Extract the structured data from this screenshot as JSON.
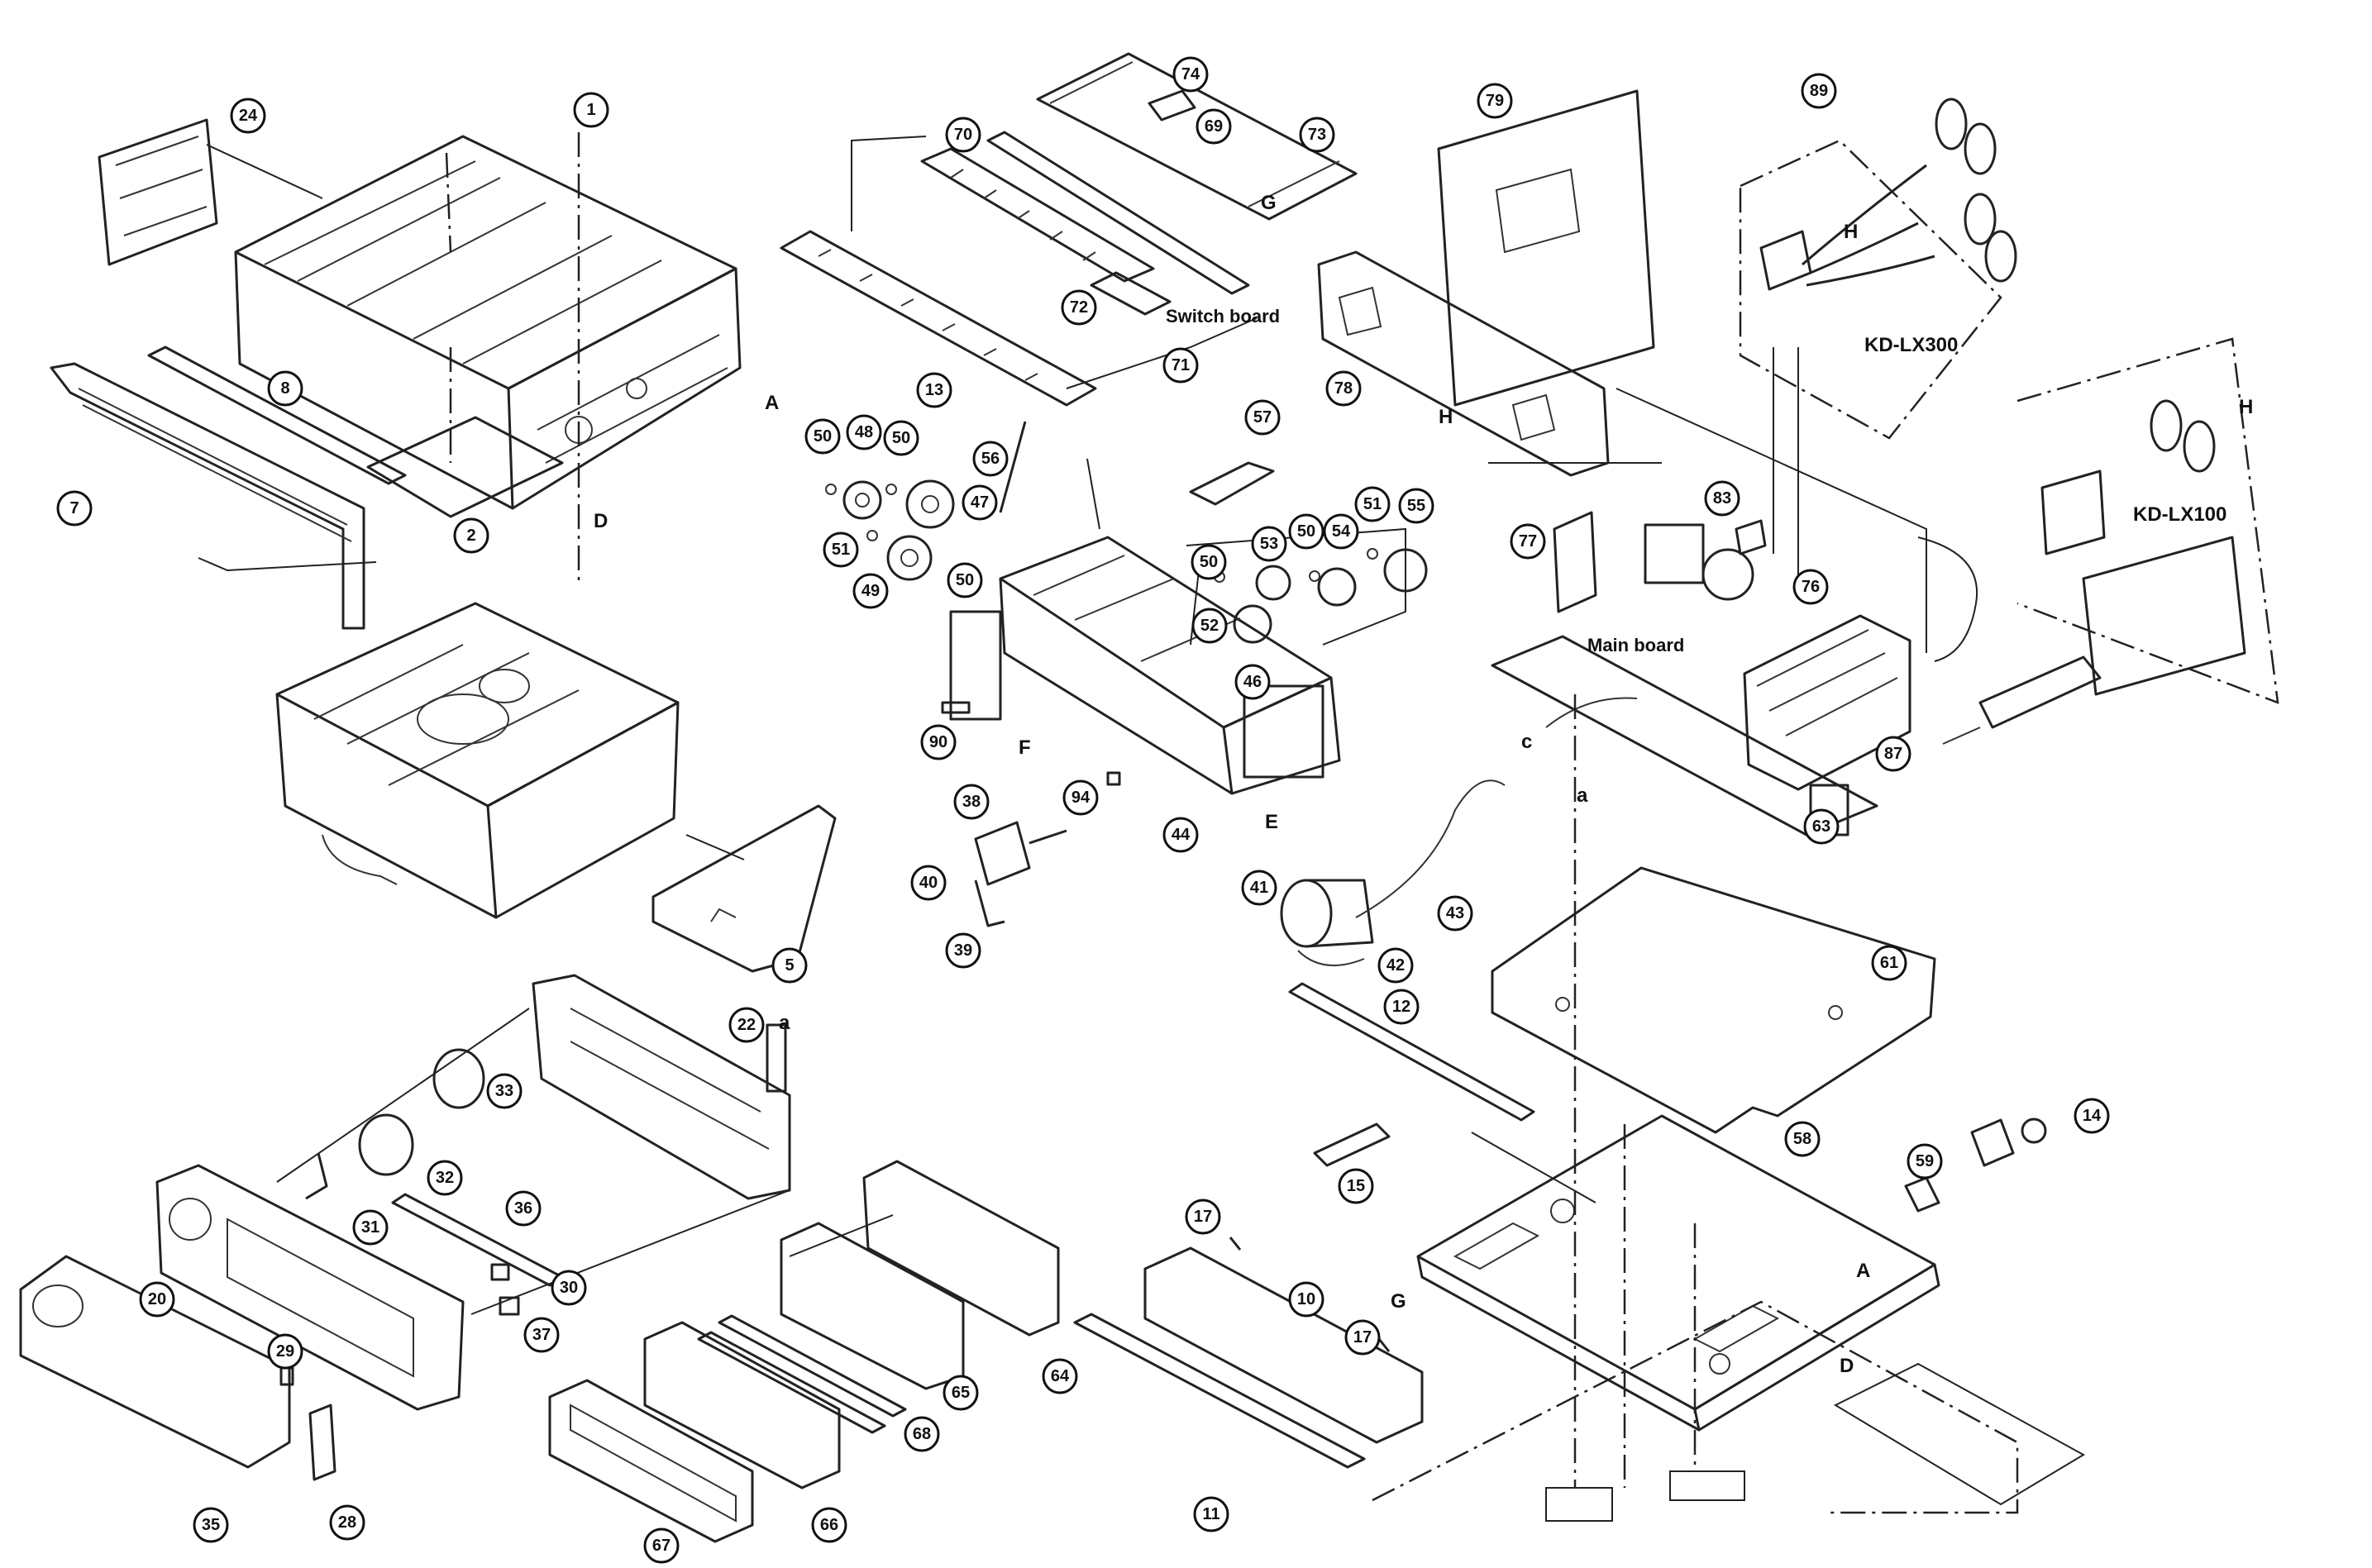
{
  "diagram": {
    "labels": {
      "switch_board": "Switch board",
      "main_board": "Main board",
      "model_lx300": "KD-LX300",
      "model_lx100": "KD-LX100"
    },
    "letters": [
      "A",
      "D",
      "F",
      "E",
      "G",
      "H",
      "c",
      "a"
    ],
    "parts": [
      "1",
      "2",
      "5",
      "7",
      "8",
      "10",
      "11",
      "12",
      "13",
      "14",
      "15",
      "17",
      "20",
      "22",
      "24",
      "28",
      "29",
      "30",
      "31",
      "32",
      "33",
      "35",
      "36",
      "37",
      "38",
      "39",
      "40",
      "41",
      "42",
      "43",
      "44",
      "46",
      "47",
      "48",
      "49",
      "50",
      "51",
      "52",
      "53",
      "54",
      "55",
      "56",
      "57",
      "58",
      "59",
      "61",
      "63",
      "64",
      "65",
      "66",
      "67",
      "68",
      "69",
      "70",
      "71",
      "72",
      "73",
      "74",
      "76",
      "77",
      "78",
      "79",
      "83",
      "87",
      "89",
      "90",
      "94"
    ]
  }
}
